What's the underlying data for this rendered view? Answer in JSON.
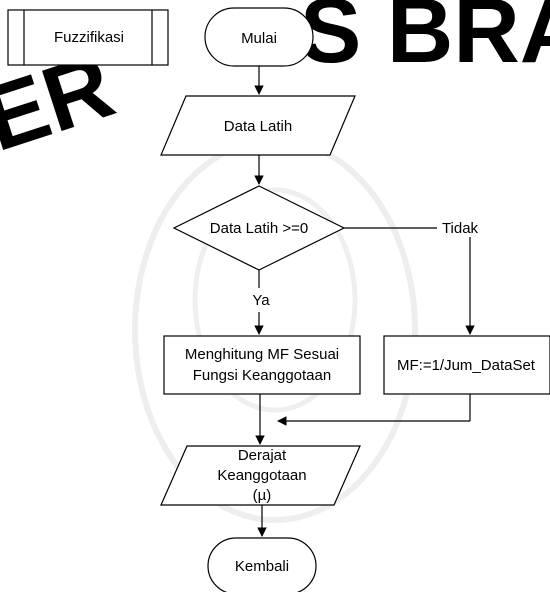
{
  "flowchart": {
    "header_label": "Fuzzifikasi",
    "start": "Mulai",
    "input_data": "Data Latih",
    "decision": "Data Latih >=0",
    "branch_yes": "Ya",
    "branch_no": "Tidak",
    "process_main": [
      "Menghitung MF Sesuai",
      "Fungsi Keanggotaan"
    ],
    "process_alt": "MF:=1/Jum_DataSet",
    "output_data": [
      "Derajat",
      "Keanggotaan",
      "(µ)"
    ],
    "end": "Kembali"
  },
  "watermark": {
    "text": "ERSITAS BRA",
    "color": "#e6e6e6"
  },
  "colors": {
    "stroke": "#000000",
    "background": "#ffffff"
  }
}
